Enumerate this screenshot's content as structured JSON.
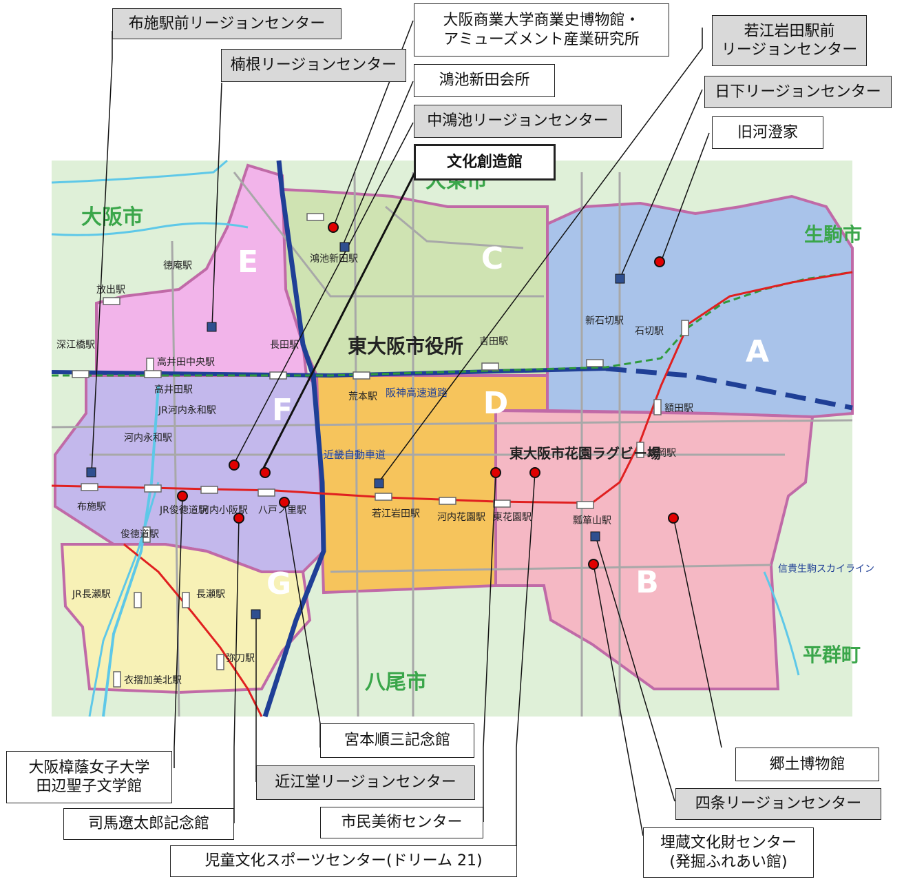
{
  "map": {
    "city_hall": "東大阪市役所",
    "stadium": "東大阪市花園ラグビー場",
    "expressway": "阪神高速道路",
    "kintetsu_expressway": "近畿自動車道",
    "skyline": "信貴生駒スカイライン",
    "neighbors": {
      "osaka": "大阪市",
      "daito": "大東市",
      "ikoma": "生駒市",
      "yao": "八尾市",
      "heguri": "平群町"
    },
    "regions": [
      "A",
      "B",
      "C",
      "D",
      "E",
      "F",
      "G"
    ],
    "stations": {
      "tokuan": "徳庵駅",
      "hanaten": "放出駅",
      "fukaebashi": "深江橋駅",
      "takaidachuo": "高井田中央駅",
      "takaida": "高井田駅",
      "nagata": "長田駅",
      "konoike": "鴻池新田駅",
      "yoshita": "吉田駅",
      "shinishikiri": "新石切駅",
      "ishikiri": "石切駅",
      "nukata": "額田駅",
      "hiraoka": "枚岡駅",
      "aramoto": "荒本駅",
      "jr_kawachieiwa": "JR河内永和駅",
      "kawachieiwa": "河内永和駅",
      "fuse": "布施駅",
      "jr_shuntokumichi": "JR俊徳道駅",
      "shuntokumichi": "俊徳道駅",
      "kawachikosaka": "河内小阪駅",
      "yaenosato": "八戸ノ里駅",
      "wakaeiwata": "若江岩田駅",
      "kawachihanazono": "河内花園駅",
      "higashihanazono": "東花園駅",
      "hyotanyama": "瓢箪山駅",
      "jr_nagase": "JR長瀬駅",
      "nagase": "長瀬駅",
      "mito": "弥刀駅",
      "kire": "衣摺加美北駅"
    }
  },
  "labels": {
    "fuse_rc": "布施駅前リージョンセンター",
    "kusune_rc": "楠根リージョンセンター",
    "shogyo_1": "大阪商業大学商業史博物館・",
    "shogyo_2": "アミューズメント産業研究所",
    "konoike_kaisho": "鴻池新田会所",
    "nakakonoike_rc": "中鴻池リージョンセンター",
    "bunka": "文化創造館",
    "wakae_1": "若江岩田駅前",
    "wakae_2": "リージョンセンター",
    "kusaka_rc": "日下リージョンセンター",
    "kawazumi": "旧河澄家",
    "miyamoto": "宮本順三記念館",
    "ohmido_rc": "近江堂リージョンセンター",
    "shoin_1": "大阪樟蔭女子大学",
    "shoin_2": "田辺聖子文学館",
    "shiba": "司馬遼太郎記念館",
    "bijutsu": "市民美術センター",
    "dream": "児童文化スポーツセンター(ドリーム 21)",
    "kyodo": "郷土博物館",
    "shijo_rc": "四条リージョンセンター",
    "maizo_1": "埋蔵文化財センター",
    "maizo_2": "(発掘ふれあい館)"
  },
  "colors": {
    "region_A": "#a9c3ea",
    "region_B": "#f5b8c4",
    "region_C": "#cfe3b2",
    "region_D": "#f6c45c",
    "region_E": "#f2b4ea",
    "region_F": "#c3b8ec",
    "region_G": "#f7f1b6",
    "outside": "#dff0d8",
    "facility_dot": "#e00000",
    "rc_square": "#2f4f8f",
    "rc_label_bg": "#d9d9d9"
  }
}
